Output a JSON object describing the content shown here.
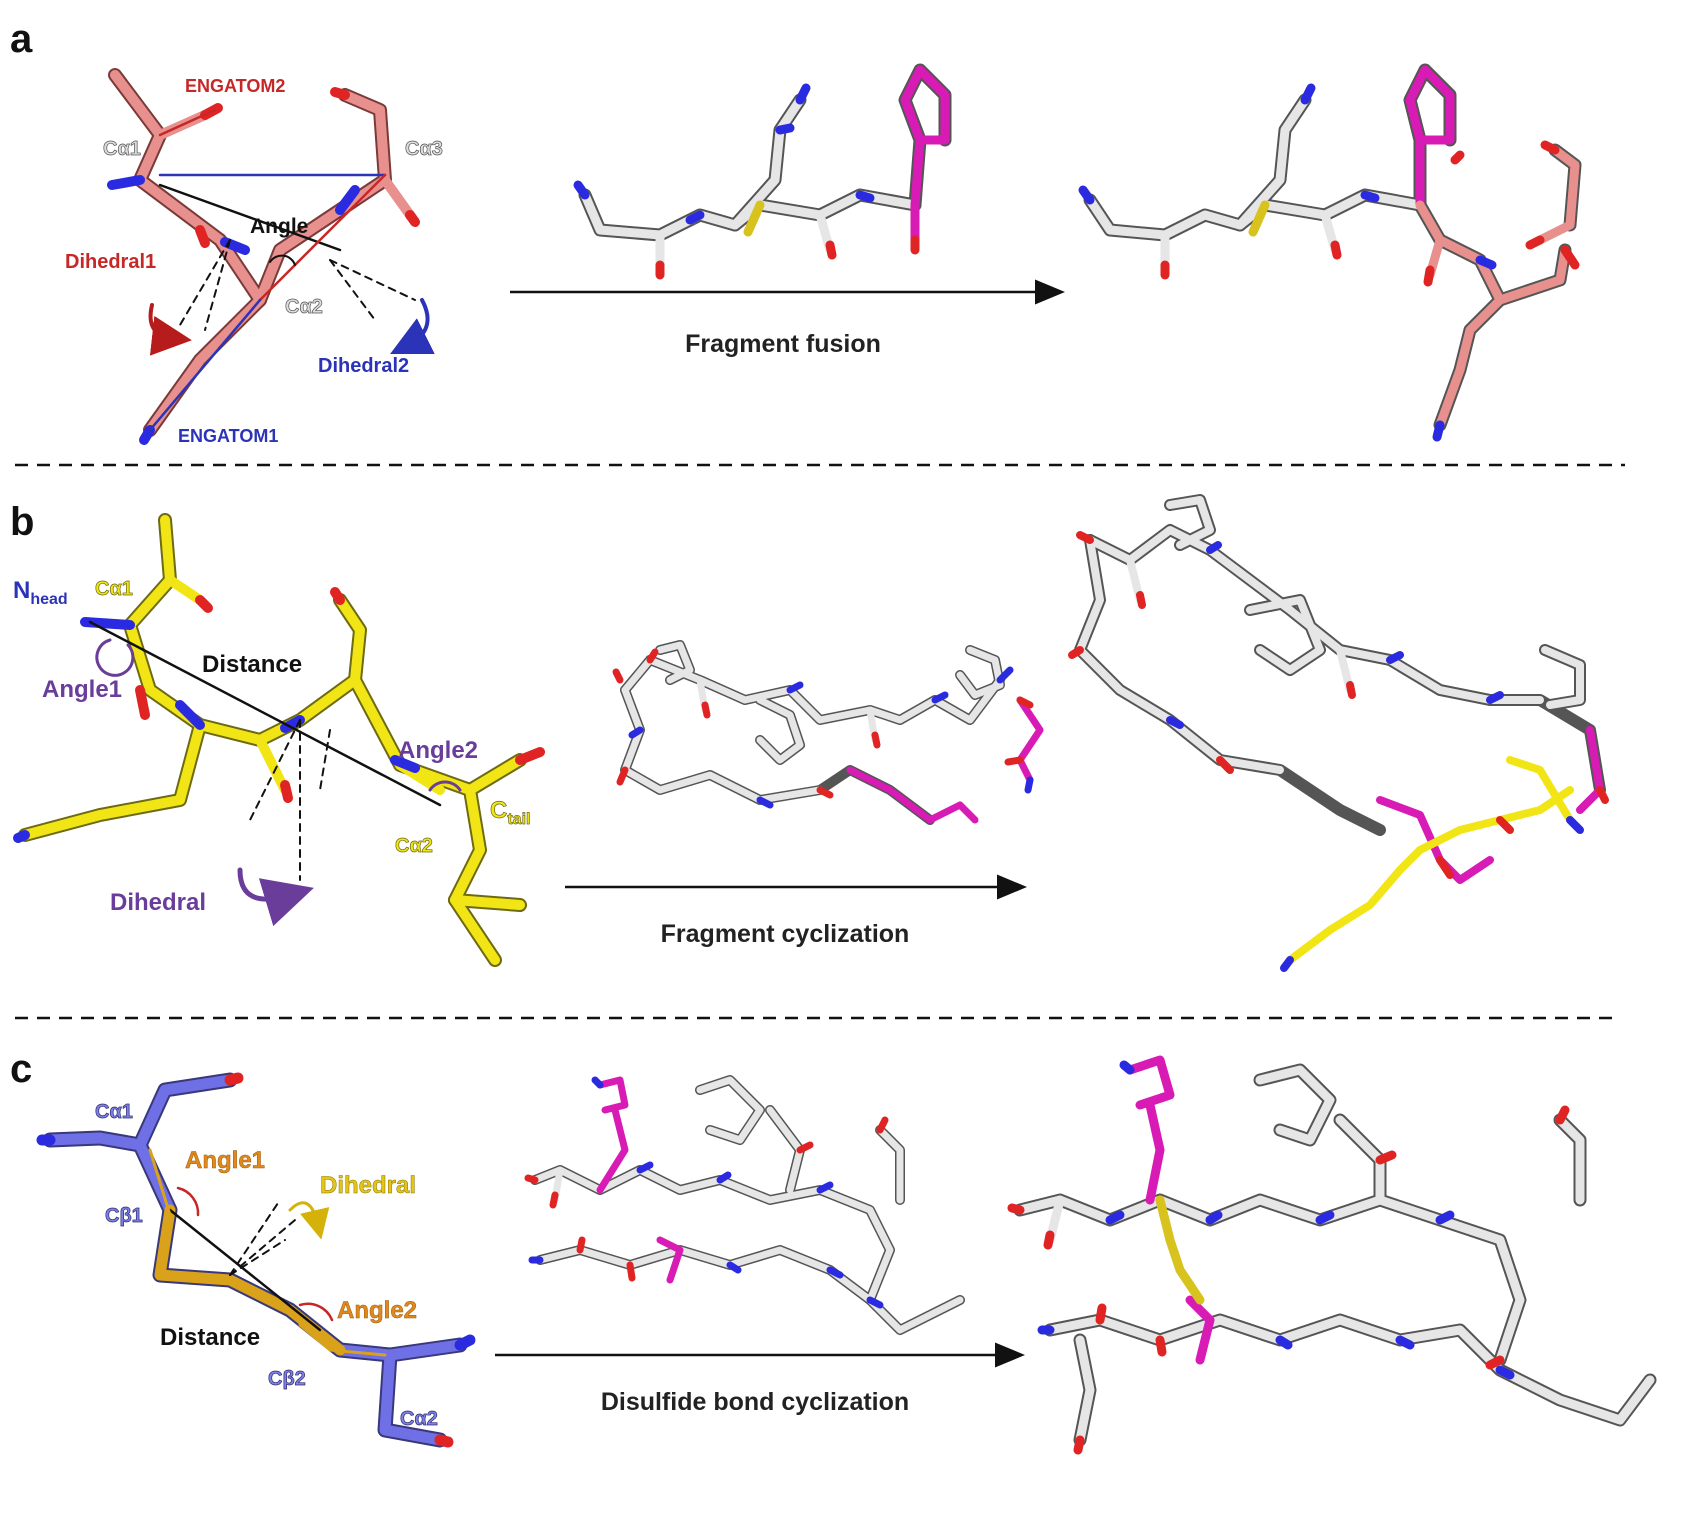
{
  "panels": [
    {
      "letter": "a",
      "caption": "Fragment fusion",
      "labels": {
        "engatom2": "ENGATOM2",
        "ca1": "Cα1",
        "ca3": "Cα3",
        "angle": "Angle",
        "dihedral1": "Dihedral1",
        "ca2": "Cα2",
        "dihedral2": "Dihedral2",
        "engatom1": "ENGATOM1"
      }
    },
    {
      "letter": "b",
      "caption": "Fragment cyclization",
      "labels": {
        "nhead_main": "N",
        "nhead_sub": "head",
        "ca1": "Cα1",
        "distance": "Distance",
        "angle1": "Angle1",
        "angle2": "Angle2",
        "ctail_main": "C",
        "ctail_sub": "tail",
        "ca2": "Cα2",
        "dihedral": "Dihedral"
      }
    },
    {
      "letter": "c",
      "caption": "Disulfide bond cyclization",
      "labels": {
        "ca1": "Cα1",
        "angle1": "Angle1",
        "dihedral": "Dihedral",
        "cb1": "Cβ1",
        "distance": "Distance",
        "angle2": "Angle2",
        "cb2": "Cβ2",
        "ca2": "Cα2"
      }
    }
  ],
  "colors": {
    "carbon_white": "#e6e6e6",
    "nitrogen": "#2a2ae0",
    "oxygen": "#e02424",
    "sulfur": "#d8c21e",
    "magenta": "#d81bb4",
    "salmon": "#e7908d",
    "yellow": "#f2e515",
    "slate": "#6f6fe6",
    "gold": "#d9a21a",
    "red_label": "#c62828",
    "blue_label": "#2b34b8",
    "purple_label": "#6a3d9a",
    "orange_label": "#e08a1e",
    "yellow_label": "#d4b20a"
  }
}
